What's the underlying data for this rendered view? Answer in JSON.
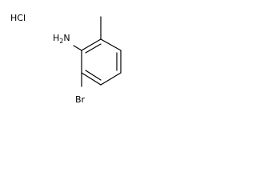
{
  "molecule": {
    "salt_label": "HCl",
    "substituents": {
      "amine_label": "NH2",
      "bromo_label": "Br"
    }
  },
  "colors": {
    "ink": "#000000",
    "background": "#ffffff"
  }
}
